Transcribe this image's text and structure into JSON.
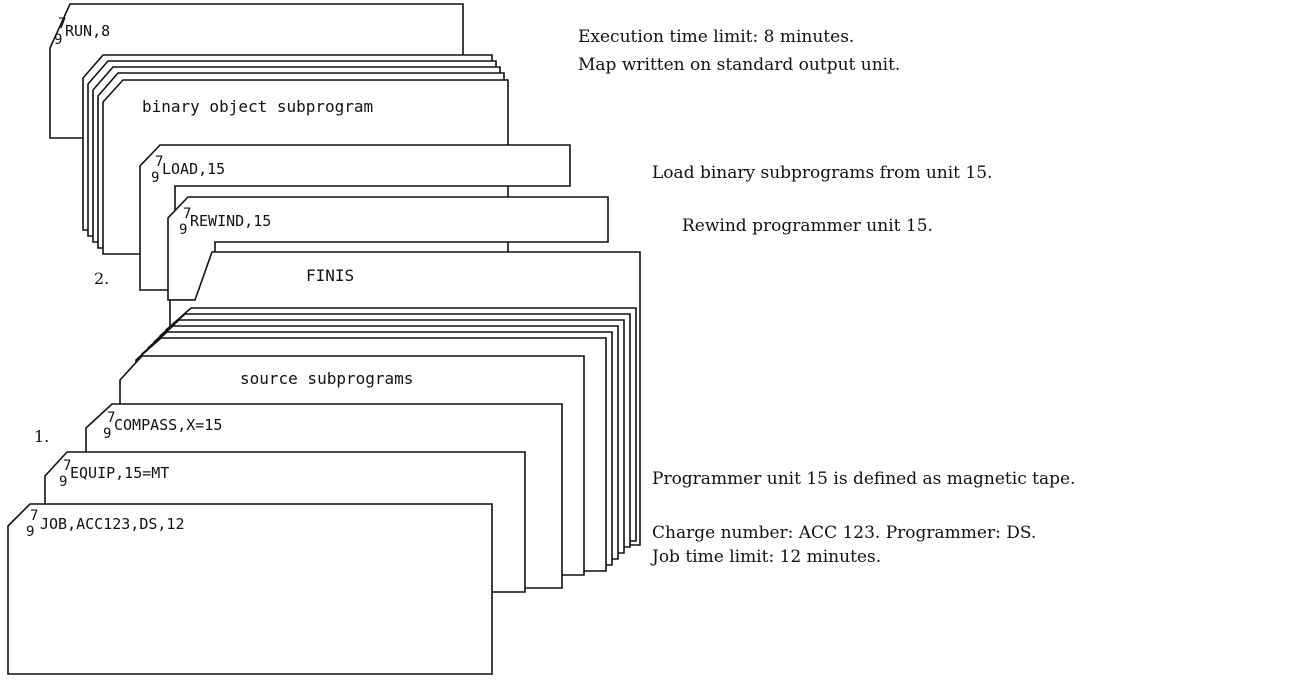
{
  "deck": {
    "run_card": {
      "row7": "7",
      "row9": "9",
      "statement": "RUN,8"
    },
    "binary_object_card": {
      "label": "binary object subprogram"
    },
    "load_card": {
      "row7": "7",
      "row9": "9",
      "statement": "LOAD,15"
    },
    "rewind_card": {
      "row7": "7",
      "row9": "9",
      "statement": "REWIND,15"
    },
    "finis_card": {
      "label": "FINIS"
    },
    "source_card": {
      "label": "source subprograms"
    },
    "compass_card": {
      "row7": "7",
      "row9": "9",
      "statement": "COMPASS,X=15"
    },
    "equip_card": {
      "row7": "7",
      "row9": "9",
      "statement": "EQUIP,15=MT"
    },
    "job_card": {
      "row7": "7",
      "row9": "9",
      "statement": "JOB,ACC123,DS,12"
    }
  },
  "step_markers": {
    "step_one": "1.",
    "step_two": "2."
  },
  "annotations": {
    "run_line1": "Execution time limit: 8 minutes.",
    "run_line2": "Map written on standard output unit.",
    "load": "Load binary subprograms from unit 15.",
    "rewind": "Rewind programmer unit 15.",
    "equip": "Programmer unit 15 is defined as magnetic tape.",
    "job_line1": "Charge number: ACC 123.   Programmer: DS.",
    "job_line2": "Job time limit: 12 minutes."
  }
}
